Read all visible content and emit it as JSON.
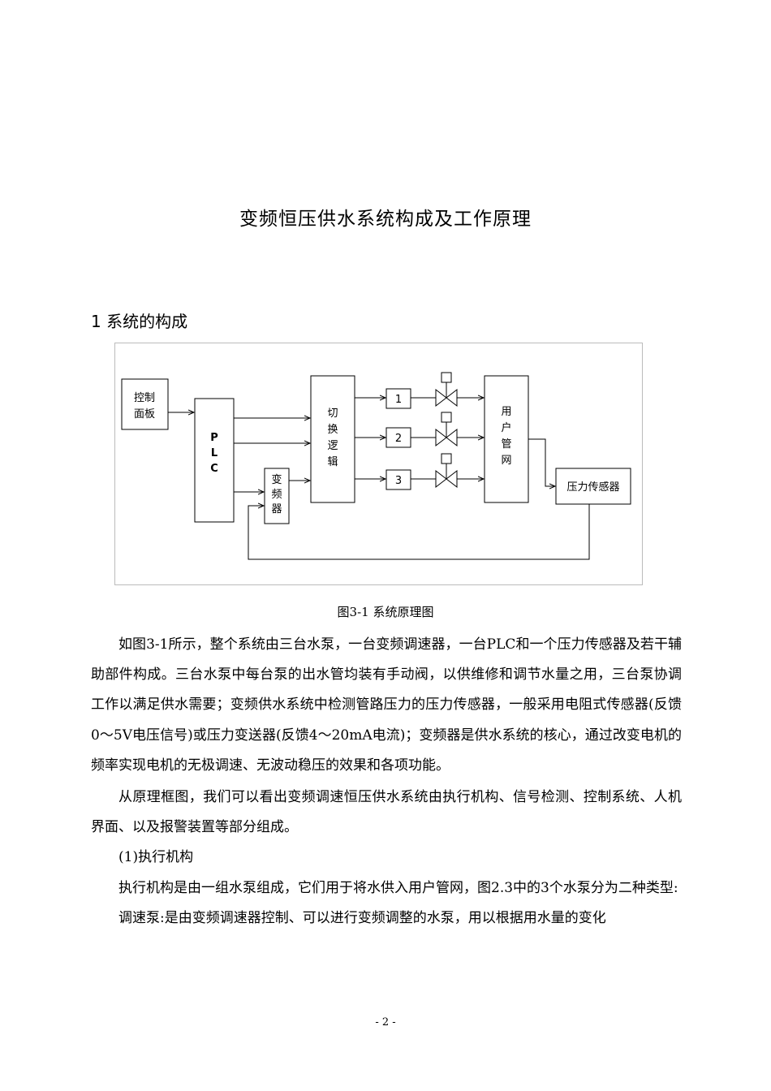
{
  "title": "变频恒压供水系统构成及工作原理",
  "section_heading": "1  系统的构成",
  "diagram": {
    "control_panel": [
      "控制",
      "面板"
    ],
    "plc": [
      "P",
      "L",
      "C"
    ],
    "inverter": [
      "变",
      "频",
      "器"
    ],
    "switch_logic": [
      "切",
      "换",
      "逻",
      "辑"
    ],
    "pumps": [
      "1",
      "2",
      "3"
    ],
    "user_network": [
      "用",
      "户",
      "管",
      "网"
    ],
    "pressure_sensor": "压力传感器"
  },
  "caption": "图3-1  系统原理图",
  "paragraphs": [
    "如图3-1所示，整个系统由三台水泵，一台变频调速器，一台PLC和一个压力传感器及若干辅助部件构成。三台水泵中每台泵的出水管均装有手动阀，以供维修和调节水量之用，三台泵协调工作以满足供水需要；变频供水系统中检测管路压力的压力传感器，一般采用电阻式传感器(反馈0～5V电压信号)或压力变送器(反馈4～20mA电流)；变频器是供水系统的核心，通过改变电机的频率实现电机的无极调速、无波动稳压的效果和各项功能。",
    "从原理框图，我们可以看出变频调速恒压供水系统由执行机构、信号检测、控制系统、人机界面、以及报警装置等部分组成。",
    "(1)执行机构",
    "执行机构是由一组水泵组成，它们用于将水供入用户管网，图2.3中的3个水泵分为二种类型:",
    "调速泵:是由变频调速器控制、可以进行变频调整的水泵，用以根据用水量的变化"
  ],
  "page_number": "- 2 -"
}
